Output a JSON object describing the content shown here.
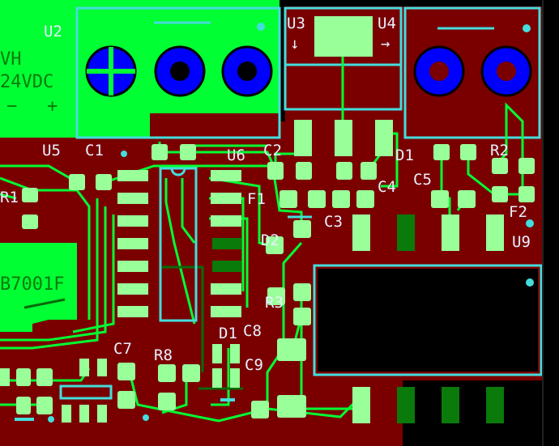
{
  "colors": {
    "background": "#000000",
    "copper_bottom": "#7a0000",
    "copper_top": "#00ff33",
    "pad": "#99ff99",
    "outline": "#44dddd",
    "via": "#0000ff",
    "text": "#e8f0ff"
  },
  "labels": {
    "u2": "U2",
    "u3": "U3",
    "u4": "U4",
    "u5": "U5",
    "u6": "U6",
    "u9": "U9",
    "c1": "C1",
    "c2": "C2",
    "c3": "C3",
    "c4": "C4",
    "c5": "C5",
    "c7": "C7",
    "c8": "C8",
    "c9": "C9",
    "d1": "D1",
    "d2": "D2",
    "f1": "F1",
    "f2": "F2",
    "r1": "R1",
    "r2": "R2",
    "r3": "R3",
    "vin": "VH",
    "volt": "24VDC",
    "minus": "−",
    "plus": "+",
    "arrow_down": "↓",
    "arrow_right": "→",
    "part": "B7001F",
    "r8": "R8",
    "d1b": "D1"
  }
}
